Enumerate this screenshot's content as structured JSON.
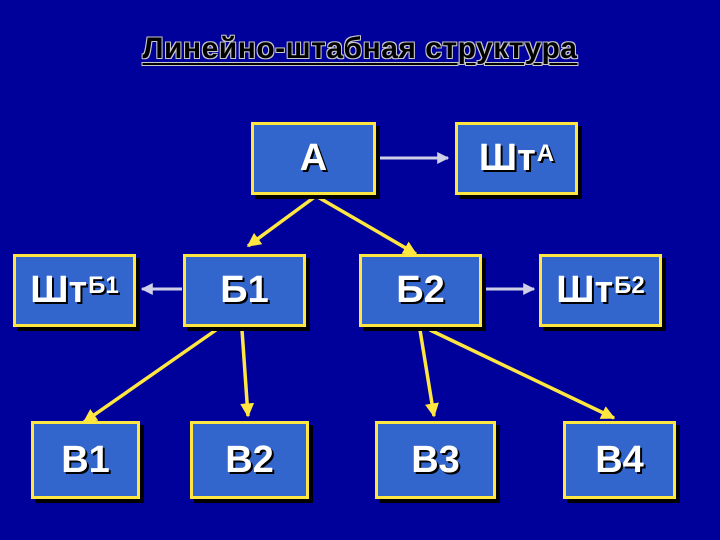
{
  "title": "Линейно-штабная структура",
  "nodes": {
    "a": {
      "label": "А"
    },
    "shtA": {
      "label": "Шт",
      "sub": "А"
    },
    "shtB1": {
      "label": "Шт",
      "sub": "Б1"
    },
    "b1": {
      "label": "Б1"
    },
    "b2": {
      "label": "Б2"
    },
    "shtB2": {
      "label": "Шт",
      "sub": "Б2"
    },
    "v1": {
      "label": "В1"
    },
    "v2": {
      "label": "В2"
    },
    "v3": {
      "label": "В3"
    },
    "v4": {
      "label": "В4"
    }
  },
  "colors": {
    "background": "#00009a",
    "box_fill": "#3366cc",
    "box_border": "#ffe640",
    "arrow": "#ffe640",
    "horizontal_arrow": "#cfcfe8",
    "text": "#ffffff",
    "title": "#000000"
  }
}
